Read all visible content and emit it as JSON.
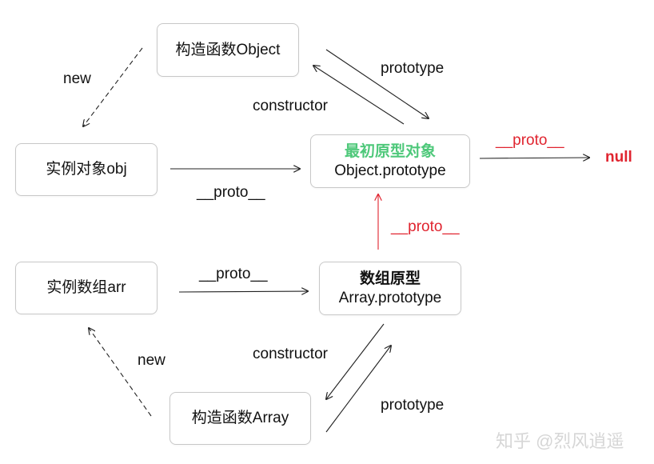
{
  "nodes": {
    "object_ctor": {
      "label": "构造函数Object"
    },
    "obj_instance": {
      "label": "实例对象obj"
    },
    "object_proto": {
      "title": "最初原型对象",
      "label": "Object.prototype"
    },
    "arr_instance": {
      "label": "实例数组arr"
    },
    "array_proto": {
      "title": "数组原型",
      "label": "Array.prototype"
    },
    "array_ctor": {
      "label": "构造函数Array"
    }
  },
  "labels": {
    "new_top": "new",
    "prototype_top": "prototype",
    "constructor_top": "constructor",
    "proto_obj": "__proto__",
    "proto_to_null": "__proto__",
    "null": "null",
    "proto_array_to_object": "__proto__",
    "proto_arr": "__proto__",
    "constructor_bottom": "constructor",
    "new_bottom": "new",
    "prototype_bottom": "prototype"
  },
  "colors": {
    "highlight_green": "#4ec87a",
    "highlight_red": "#e0242f",
    "arrow": "#222222"
  },
  "watermark": "知乎 @烈风逍遥"
}
